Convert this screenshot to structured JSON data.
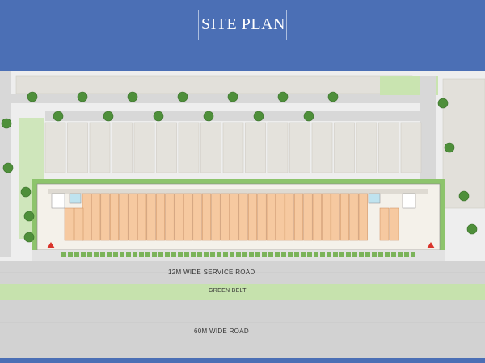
{
  "header": {
    "title": "SITE PLAN"
  },
  "roads": {
    "service_road": "12M WIDE SERVICE ROAD",
    "green_belt": "GREEN BELT",
    "main_road": "60M WIDE  ROAD"
  },
  "colors": {
    "header_bg": "#4b6fb5",
    "shop": "#f6c9a0",
    "road": "#d6d6d6",
    "green": "#c9e4b0",
    "tree": "#4e8f3a",
    "plot": "#e4e2dc"
  }
}
